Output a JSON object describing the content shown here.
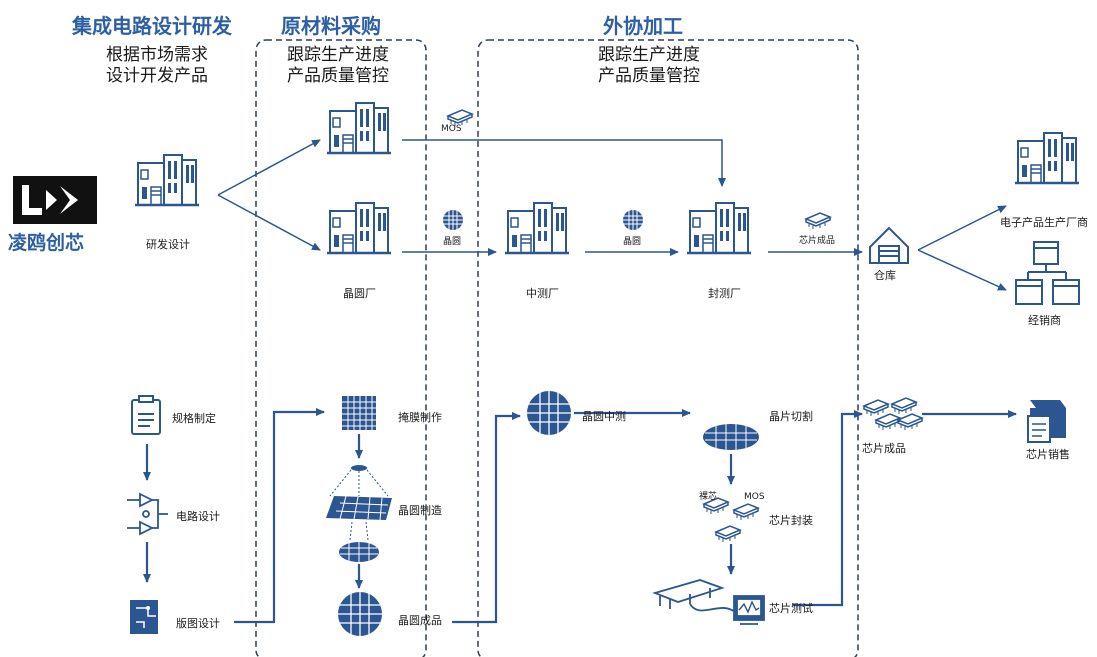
{
  "headers": {
    "rd": "集成电路设计研发",
    "rd_sub_1": "根据市场需求",
    "rd_sub_2": "设计开发产品",
    "procure": "原材料采购",
    "procure_sub_1": "跟踪生产进度",
    "procure_sub_2": "产品质量管控",
    "outsource": "外协加工",
    "outsource_sub_1": "跟踪生产进度",
    "outsource_sub_2": "产品质量管控"
  },
  "brand": {
    "logo_text": "LK",
    "name": "凌鸥创芯"
  },
  "supply_chain": {
    "rd_design": "研发设计",
    "wafer_fab": "晶圆厂",
    "mid_test_fab": "中测厂",
    "package_test_fab": "封测厂",
    "warehouse": "仓库",
    "electronics_maker": "电子产品生产厂商",
    "distributor": "经销商",
    "mos": "MOS",
    "wafer_1": "晶圆",
    "wafer_2": "晶圆",
    "chip_product": "芯片成品"
  },
  "process_flow": {
    "spec": "规格制定",
    "circuit_design": "电路设计",
    "layout_design": "版图设计",
    "mask_making": "掩膜制作",
    "wafer_manufacture": "晶圆制造",
    "wafer_product": "晶圆成品",
    "wafer_mid_test": "晶圆中测",
    "wafer_dicing": "晶片切割",
    "bare_die": "裸芯",
    "mos": "MOS",
    "chip_packaging": "芯片封装",
    "chip_testing": "芯片测试",
    "chip_product": "芯片成品",
    "chip_sales": "芯片销售"
  },
  "colors": {
    "accent": "#2f5fa3",
    "icon": "#2c5691",
    "text": "#1b1b1b"
  }
}
